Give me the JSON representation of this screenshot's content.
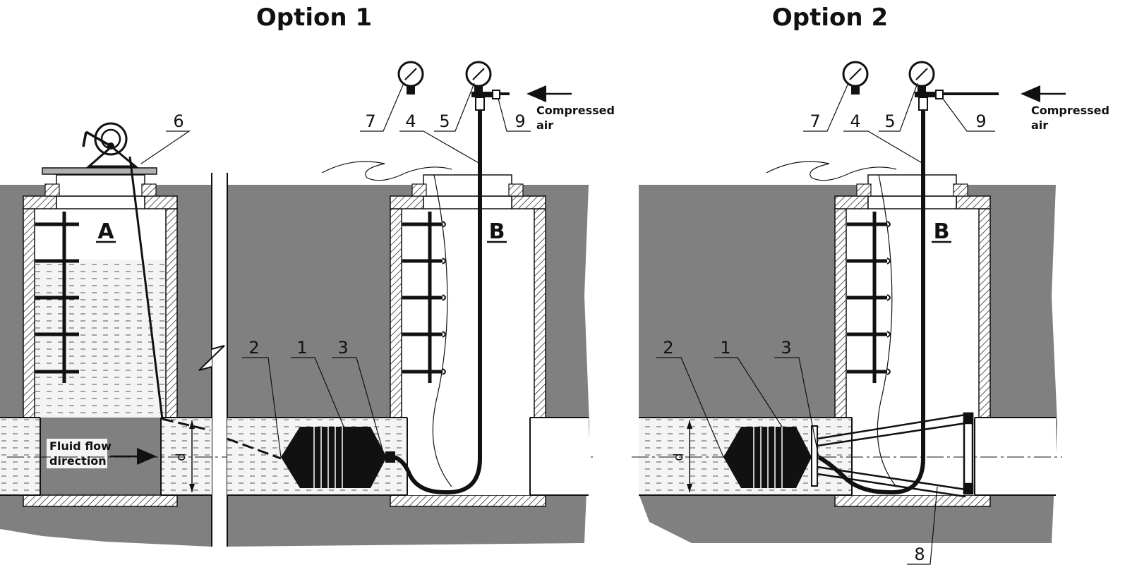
{
  "titles": {
    "option1": "Option 1",
    "option2": "Option 2"
  },
  "wells": {
    "a": "A",
    "b": "B"
  },
  "numbers": {
    "n1": "1",
    "n2": "2",
    "n3": "3",
    "n4": "4",
    "n5": "5",
    "n6": "6",
    "n7": "7",
    "n8": "8",
    "n9": "9"
  },
  "labels": {
    "compressed": "Compressed",
    "air": "air",
    "fluid_flow": "Fluid flow",
    "direction": "direction",
    "diameter": "d"
  },
  "colors": {
    "ground": "#808080",
    "line": "#111111",
    "water": "#f4f4f4",
    "plug": "#111111"
  }
}
